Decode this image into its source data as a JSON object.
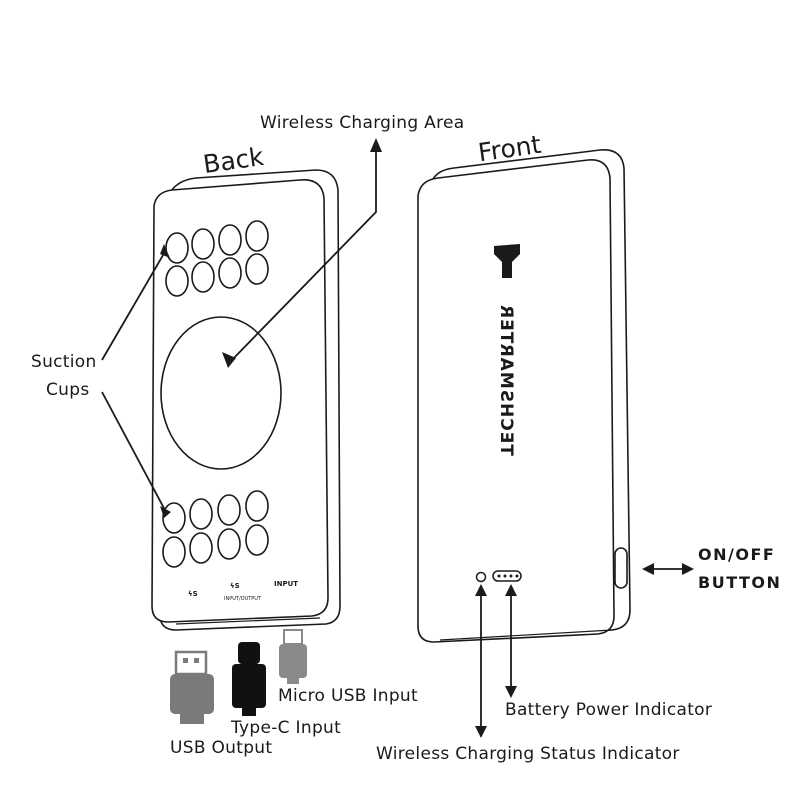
{
  "labels": {
    "back": "Back",
    "front": "Front",
    "wireless_charging_area": "Wireless Charging Area",
    "suction_cups_line1": "Suction",
    "suction_cups_line2": "Cups",
    "on_off_line1": "ON/OFF",
    "on_off_line2": "BUTTON",
    "micro_usb_input": "Micro USB Input",
    "type_c_input": "Type-C Input",
    "usb_output": "USB Output",
    "battery_power_indicator": "Battery Power Indicator",
    "wireless_charging_status_indicator": "Wireless Charging Status Indicator"
  },
  "device_back": {
    "port_label_1": "S",
    "port_label_2": "S",
    "port_label_2_sub": "INPUT/OUTPUT",
    "port_label_3": "INPUT"
  },
  "device_front": {
    "brand_logo_text": "TECHSMARTER"
  },
  "colors": {
    "outline": "#1a1a1a",
    "usb_plug": "#7a7a7a",
    "type_c_plug": "#111111",
    "micro_usb_plug": "#8a8a8a"
  }
}
